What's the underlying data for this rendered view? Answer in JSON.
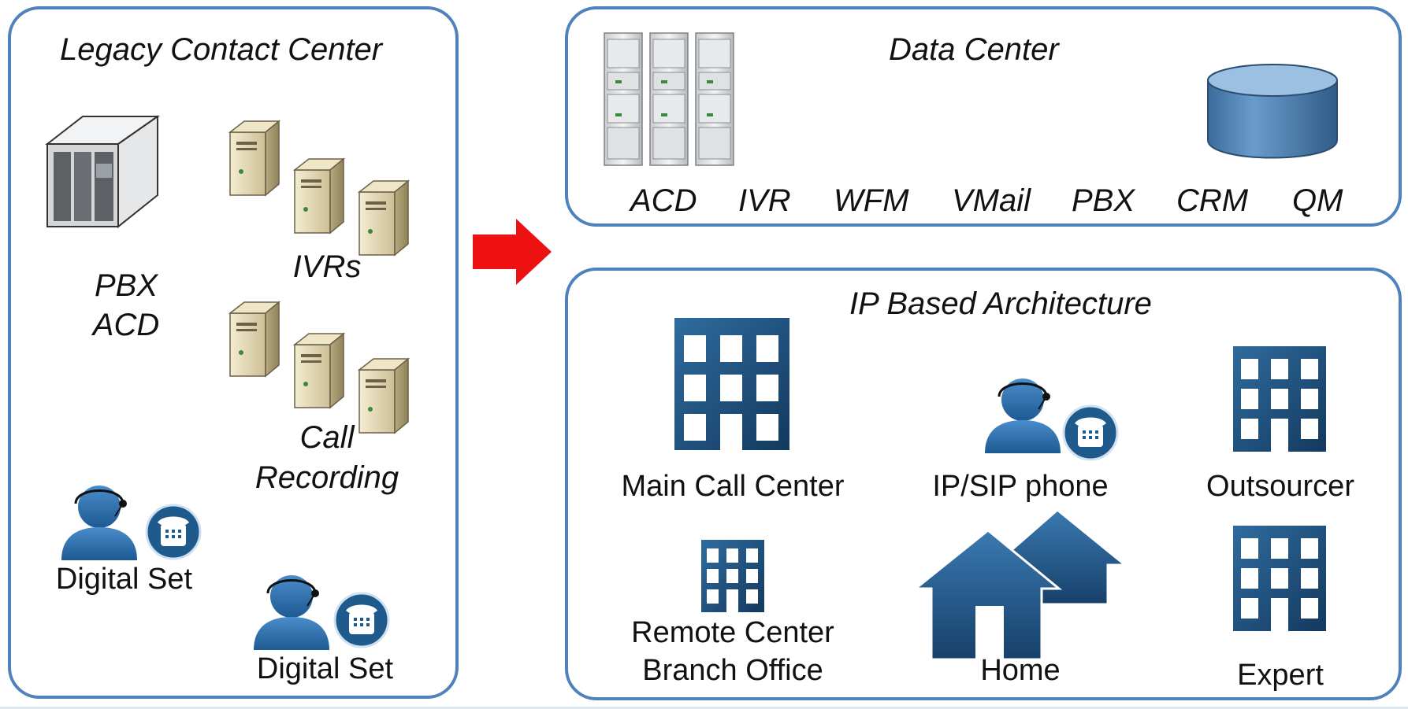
{
  "legacy": {
    "title": "Legacy Contact Center",
    "pbx_label_1": "PBX",
    "pbx_label_2": "ACD",
    "ivrs_label": "IVRs",
    "call_label": "Call",
    "recording_label": "Recording",
    "digital_set_1": "Digital Set",
    "digital_set_2": "Digital Set"
  },
  "datacenter": {
    "title": "Data Center",
    "apps": [
      "ACD",
      "IVR",
      "WFM",
      "VMail",
      "PBX",
      "CRM",
      "QM"
    ]
  },
  "ip": {
    "title": "IP  Based Architecture",
    "main_call_center": "Main Call Center",
    "ip_sip_phone": "IP/SIP phone",
    "outsourcer": "Outsourcer",
    "remote_center": "Remote Center",
    "branch_office": "Branch Office",
    "home": "Home",
    "expert": "Expert"
  },
  "colors": {
    "panel_border": "#4f81bd",
    "arrow": "#ee1111",
    "building": "#1f4e79",
    "person": "#2e6da4",
    "database": "#4f7fae"
  }
}
